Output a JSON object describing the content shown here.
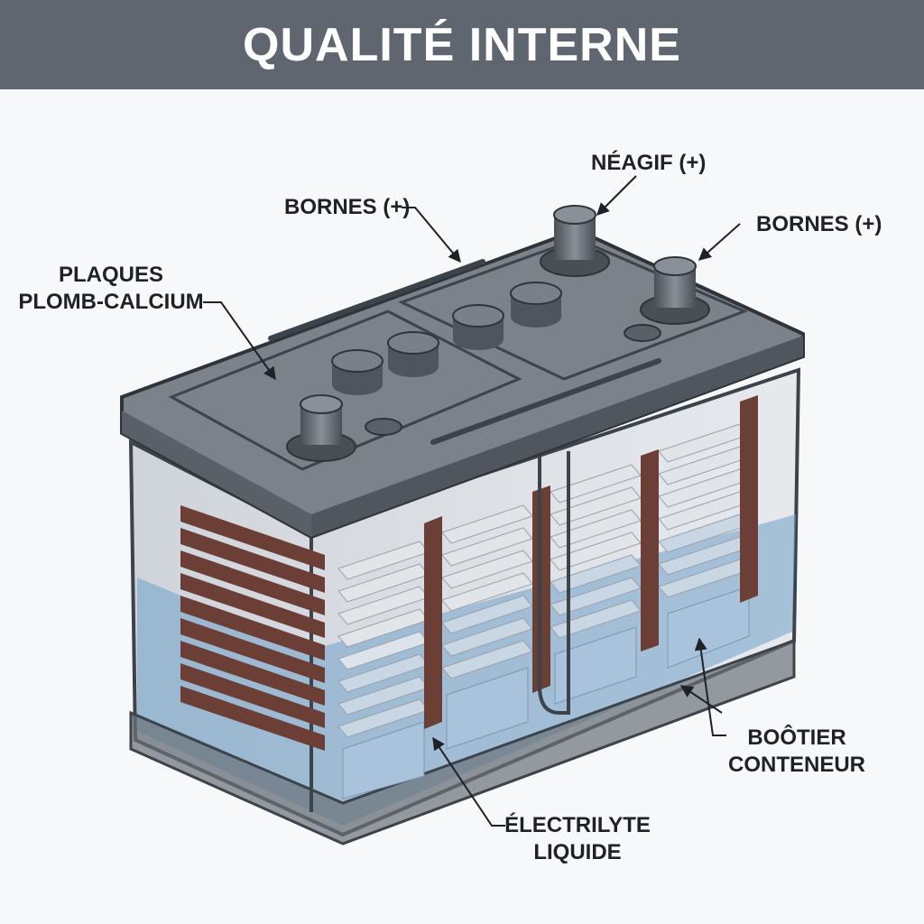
{
  "title": "QUALITÉ INTERNE",
  "colors": {
    "title_bar": "#5f6670",
    "case_outline": "#3d434b",
    "lid": "#6e747c",
    "electrolyte": "#6fa0c8",
    "positive_plate": "#6b3f36",
    "negative_plate": "#e2e5e8"
  },
  "labels": {
    "bornes_left": "BORNES (+)",
    "negatif": "NÉAGIF (+)",
    "bornes_right": "BORNES (+)",
    "plaques_line1": "PLAQUES",
    "plaques_line2": "PLOMB-CALCIUM",
    "boitier_line1": "BOÔTIER",
    "boitier_line2": "CONTENEUR",
    "electrolyte_line1": "ÉLECTRILYTE",
    "electrolyte_line2": "LIQUIDE"
  }
}
